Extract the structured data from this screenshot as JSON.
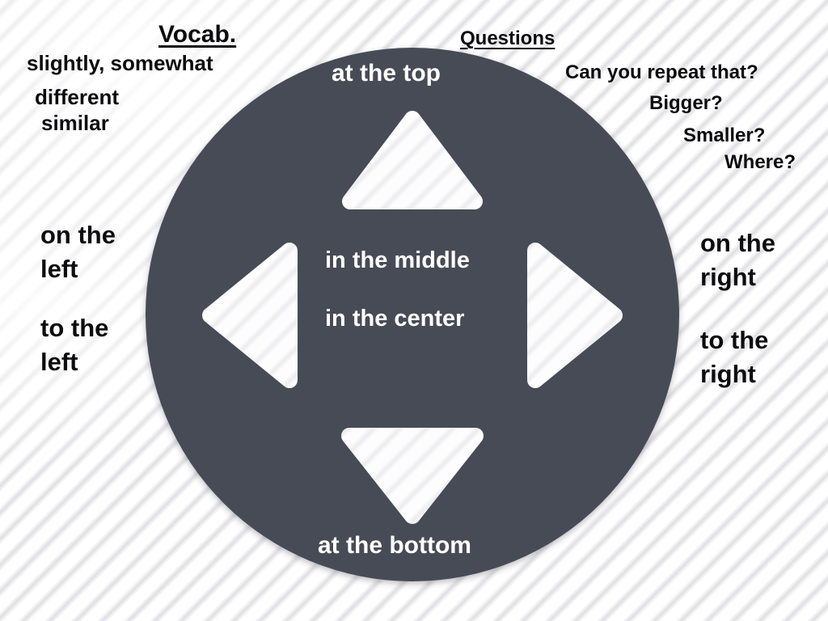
{
  "colors": {
    "circle_fill": "#474B57",
    "bg_stripe": "#dfdfe3",
    "triangle_stripe": "#ececef",
    "light_text": "#ffffff",
    "dark_text": "#0c0c0e"
  },
  "vocab": {
    "heading": "Vocab.",
    "items": [
      "slightly, somewhat",
      "different",
      "similar"
    ]
  },
  "questions": {
    "heading": "Questions",
    "items": [
      "Can you repeat that?",
      "Bigger?",
      "Smaller?",
      "Where?"
    ]
  },
  "circle_labels": {
    "top": "at the top",
    "middle": "in the middle",
    "center": "in the center",
    "bottom": "at the bottom"
  },
  "side_labels": {
    "left_on": "on the left",
    "left_to": "to the left",
    "right_on": "on the right",
    "right_to": "to the right"
  },
  "icons": [
    "arrow-up",
    "arrow-left",
    "arrow-right",
    "arrow-down"
  ]
}
